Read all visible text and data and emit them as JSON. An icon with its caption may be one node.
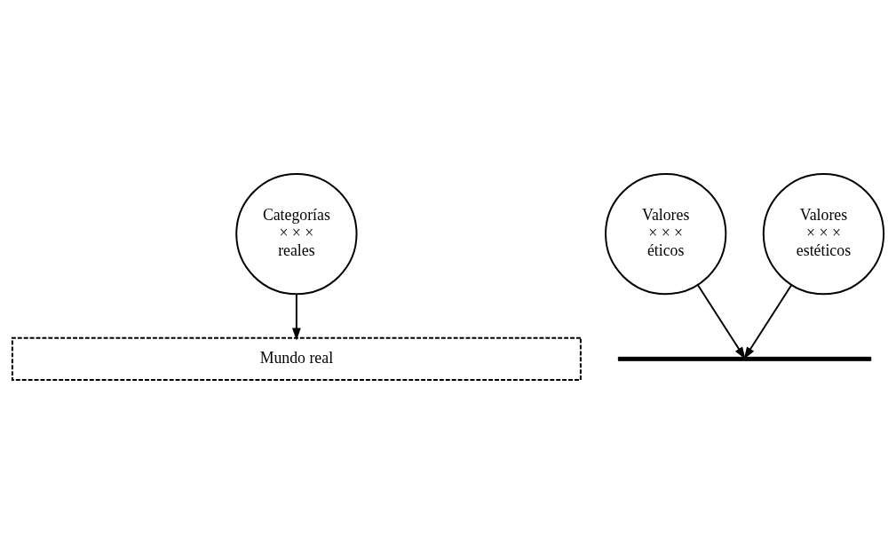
{
  "diagram": {
    "nodes": [
      {
        "text": [
          "Categorías",
          "× × ×",
          "reales"
        ]
      },
      {
        "text": [
          "Valores",
          "× × ×",
          "éticos"
        ]
      },
      {
        "text": [
          "Valores",
          "× × ×",
          "estéticos"
        ]
      },
      {
        "text": [],
        "shape": "bar"
      },
      {
        "text": [
          "Mundo real"
        ]
      }
    ],
    "edges": [
      {
        "from": 0,
        "to": 4,
        "arrow": "to"
      },
      {
        "from": 1,
        "to": 3,
        "arrow": "to"
      },
      {
        "from": 2,
        "to": 3,
        "arrow": "to"
      }
    ]
  }
}
